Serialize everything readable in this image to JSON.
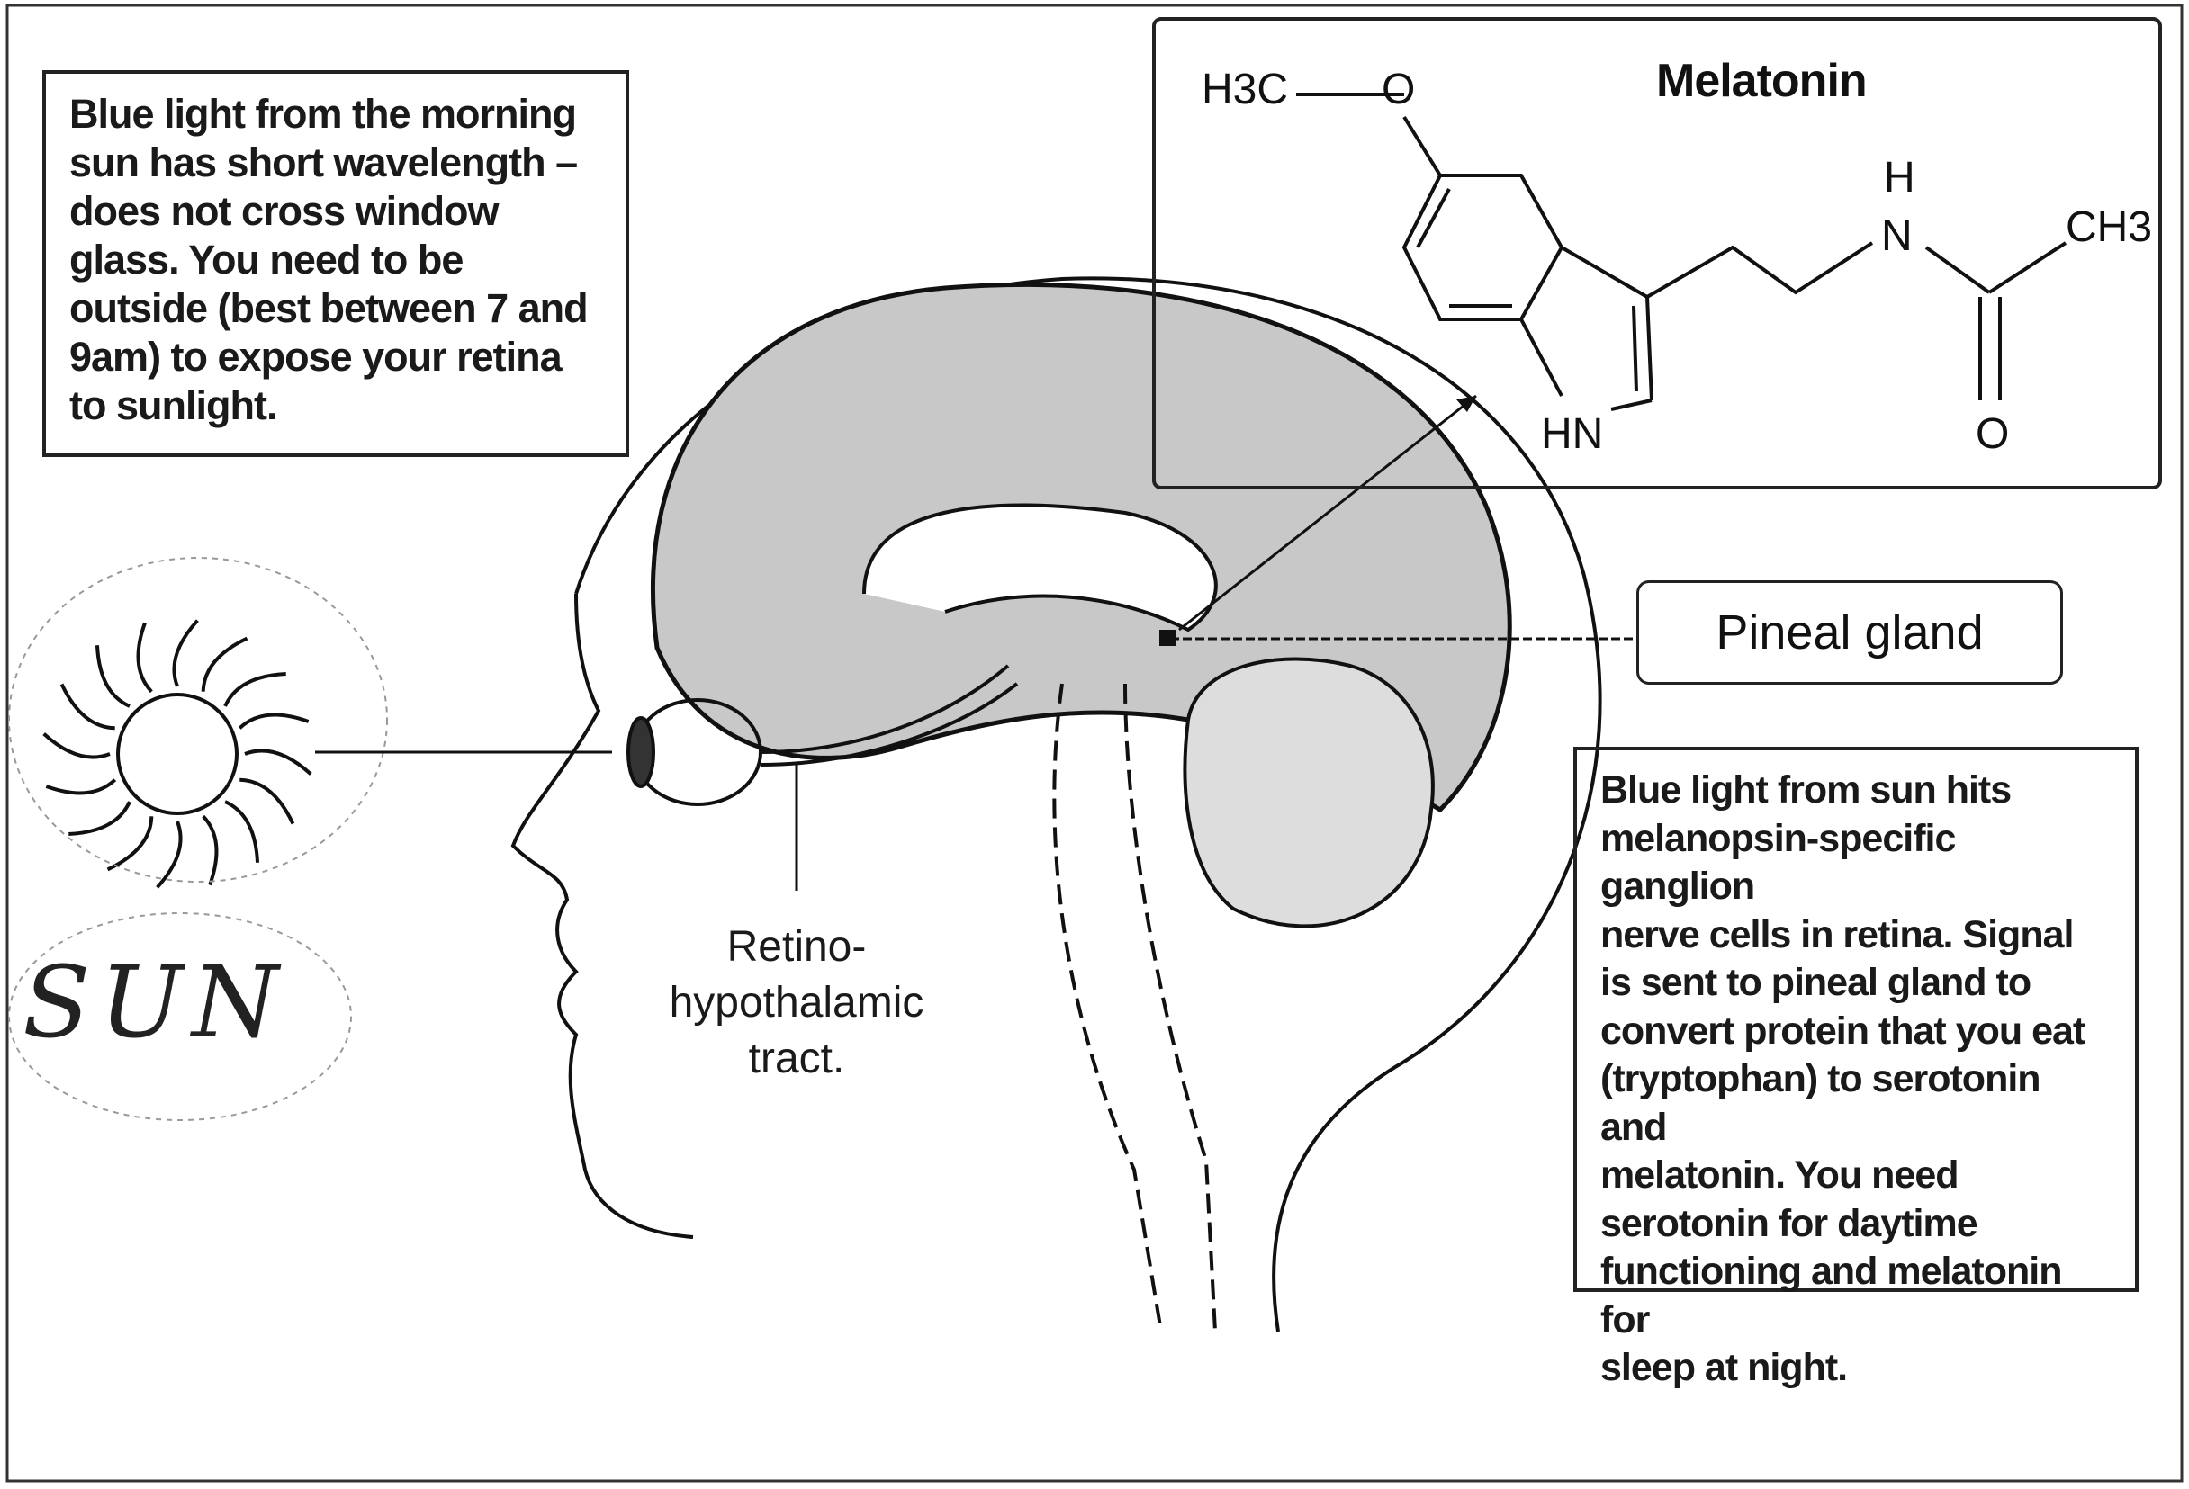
{
  "left_note": {
    "lines": [
      "Blue light from the morning",
      "sun has short wavelength –",
      "does not cross window",
      "glass.  You need to be",
      "outside (best between 7 and",
      "9am) to expose your retina",
      "to sunlight."
    ]
  },
  "molecule": {
    "title": "Melatonin",
    "atoms": {
      "h3c": "H3C",
      "o_methoxy": "O",
      "h": "H",
      "n": "N",
      "ch3": "CH3",
      "hn": "HN",
      "o_carbonyl": "O"
    }
  },
  "pineal_label": "Pineal gland",
  "tract_label": [
    "Retino-",
    "hypothalamic",
    "tract."
  ],
  "sun_handwritten": "SUN",
  "right_note": {
    "lines": [
      "Blue light from sun hits",
      "melanopsin-specific ganglion",
      "nerve cells in retina.  Signal",
      "is sent to pineal gland to",
      "convert protein that you eat",
      "(tryptophan) to serotonin and",
      "melatonin.  You need",
      "serotonin for daytime",
      "functioning and melatonin for",
      "sleep at night."
    ]
  }
}
